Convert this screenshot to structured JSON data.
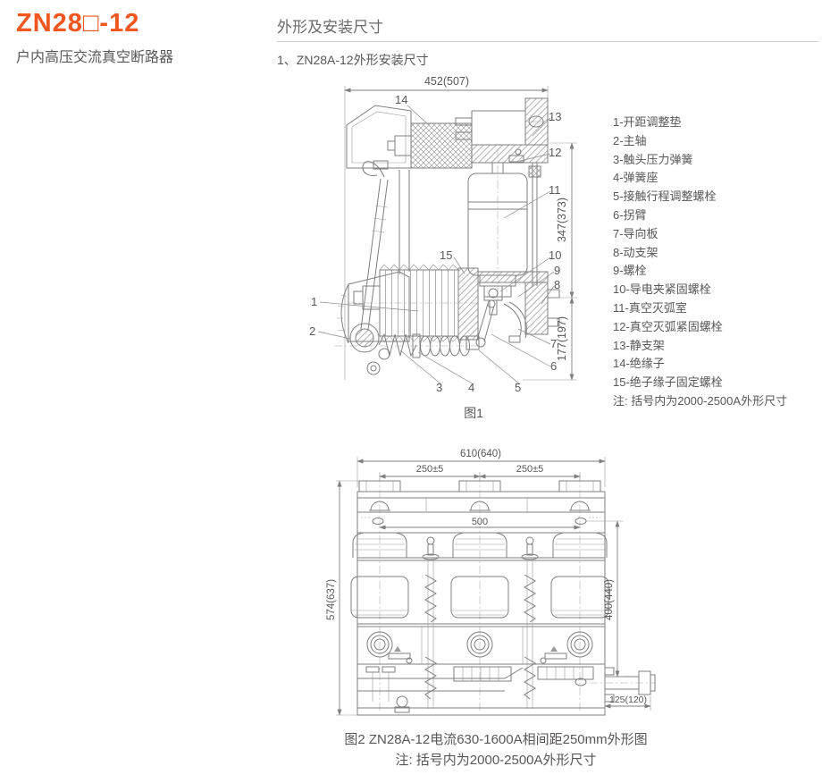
{
  "header": {
    "title": "ZN28□-12",
    "subtitle": "户内高压交流真空断路器",
    "section_heading": "外形及安装尺寸",
    "sub_heading": "1、ZN28A-12外形安装尺寸"
  },
  "colors": {
    "accent": "#f0561f",
    "text": "#595757",
    "drawing_line": "#7f7f7f"
  },
  "figure1": {
    "caption": "图1",
    "dim_width": "452(507)",
    "dim_height_upper": "347(373)",
    "dim_height_lower": "177(197)",
    "labels": [
      "1",
      "2",
      "3",
      "4",
      "5",
      "6",
      "7",
      "8",
      "9",
      "10",
      "11",
      "12",
      "13",
      "14",
      "15"
    ],
    "parts": [
      "1-开距调整垫",
      "2-主轴",
      "3-触头压力弹簧",
      "4-弹簧座",
      "5-接触行程调整螺栓",
      "6-拐臂",
      "7-导向板",
      "8-动支架",
      "9-螺栓",
      "10-导电夹紧固螺栓",
      "11-真空灭弧室",
      "12-真空灭弧紧固螺栓",
      "13-静支架",
      "14-绝缘子",
      "15-绝子缘子固定螺栓"
    ],
    "parts_note": "注: 括号内为2000-2500A外形尺寸"
  },
  "figure2": {
    "caption": "图2 ZN28A-12电流630-1600A相间距250mm外形图",
    "caption_note": "注: 括号内为2000-2500A外形尺寸",
    "dim_overall_width": "610(640)",
    "dim_pitch_left": "250±5",
    "dim_pitch_right": "250±5",
    "dim_hole_span": "500",
    "dim_overall_height": "574(637)",
    "dim_body_height": "400(440)",
    "dim_shaft": "125(120)"
  }
}
